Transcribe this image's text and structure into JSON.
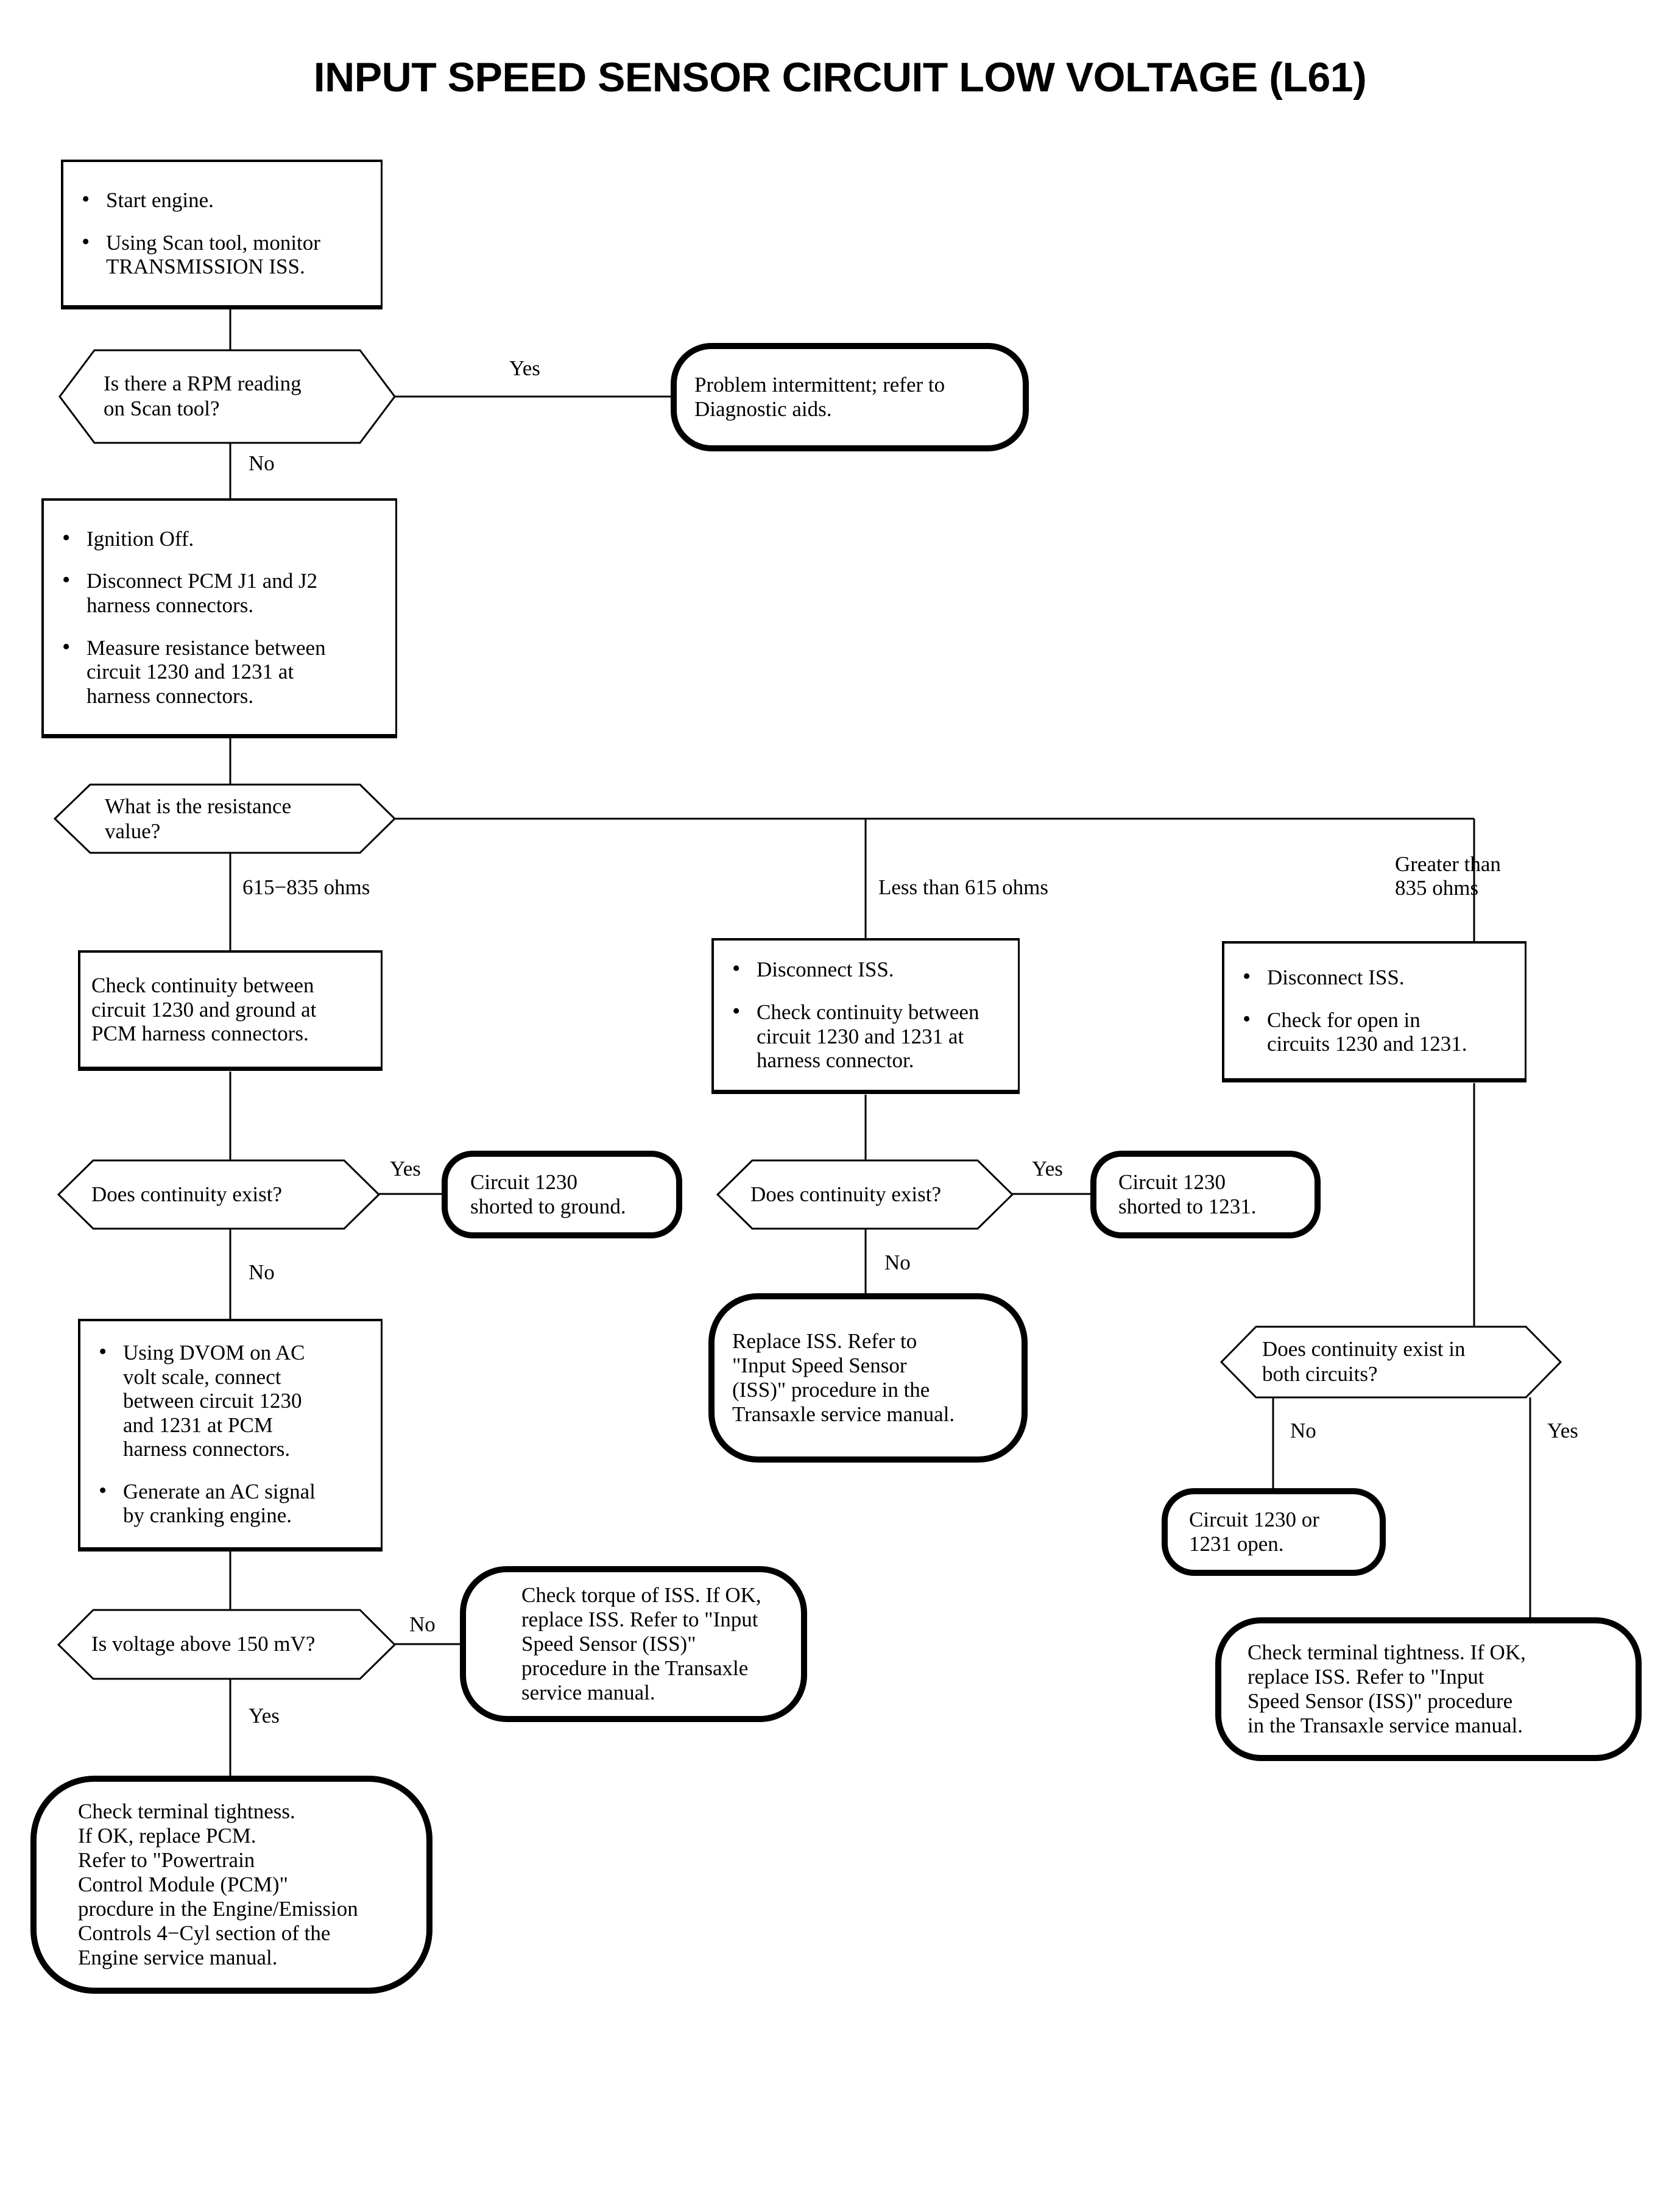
{
  "title": "INPUT SPEED SENSOR CIRCUIT LOW VOLTAGE (L61)",
  "nodes": {
    "start_box": {
      "type": "process",
      "bullets": [
        "Start engine.",
        "Using Scan tool, monitor\nTRANSMISSION ISS."
      ]
    },
    "rpm_decision": {
      "type": "decision",
      "text": "Is there a RPM reading\non Scan tool?"
    },
    "problem_intermittent": {
      "type": "terminator",
      "text": "Problem intermittent; refer to\nDiagnostic aids."
    },
    "ignition_off_box": {
      "type": "process",
      "bullets": [
        "Ignition Off.",
        "Disconnect PCM J1 and J2\nharness connectors.",
        "Measure resistance between\ncircuit 1230 and 1231 at\nharness connectors."
      ]
    },
    "resistance_decision": {
      "type": "decision",
      "text": "What is the resistance\nvalue?"
    },
    "check_continuity_ground_box": {
      "type": "process",
      "text": "Check continuity between\ncircuit 1230 and ground at\nPCM harness connectors."
    },
    "disconnect_iss_mid_box": {
      "type": "process",
      "bullets": [
        "Disconnect ISS.",
        "Check continuity between\ncircuit 1230 and 1231 at\nharness connector."
      ]
    },
    "disconnect_iss_right_box": {
      "type": "process",
      "bullets": [
        "Disconnect ISS.",
        "Check for open in\ncircuits 1230 and 1231."
      ]
    },
    "continuity_decision_left": {
      "type": "decision",
      "text": "Does continuity exist?"
    },
    "shorted_to_ground": {
      "type": "terminator",
      "text": "Circuit 1230\nshorted to ground."
    },
    "continuity_decision_mid": {
      "type": "decision",
      "text": "Does continuity exist?"
    },
    "shorted_to_1231": {
      "type": "terminator",
      "text": "Circuit 1230\nshorted to 1231."
    },
    "replace_iss_terminator": {
      "type": "terminator",
      "text": "Replace ISS. Refer to\n\"Input Speed Sensor\n(ISS)\" procedure in the\nTransaxle service manual."
    },
    "dvom_box": {
      "type": "process",
      "bullets": [
        "Using DVOM on AC\nvolt scale, connect\nbetween circuit 1230\nand 1231 at PCM\nharness connectors.",
        "Generate an AC signal\nby cranking engine."
      ]
    },
    "continuity_both_decision": {
      "type": "decision",
      "text": "Does continuity exist in\nboth circuits?"
    },
    "circuit_open_terminator": {
      "type": "terminator",
      "text": "Circuit 1230 or\n1231 open."
    },
    "voltage_decision": {
      "type": "decision",
      "text": "Is voltage above 150 mV?"
    },
    "check_torque_terminator": {
      "type": "terminator",
      "text": "Check torque of ISS. If OK,\nreplace ISS. Refer to \"Input\nSpeed Sensor (ISS)\"\nprocedure in the Transaxle\nservice manual."
    },
    "check_terminal_right_terminator": {
      "type": "terminator",
      "text": "Check terminal tightness. If OK,\nreplace ISS. Refer to \"Input\nSpeed Sensor (ISS)\" procedure\nin the Transaxle service manual."
    },
    "check_terminal_pcm_terminator": {
      "type": "terminator",
      "text": "Check terminal tightness.\nIf OK, replace PCM.\nRefer to \"Powertrain\nControl Module (PCM)\"\nprocdure in the Engine/Emission\nControls 4−Cyl section of the\nEngine service manual."
    }
  },
  "edge_labels": {
    "rpm_yes": "Yes",
    "rpm_no": "No",
    "res_in_range": "615−835 ohms",
    "res_less": "Less than 615 ohms",
    "res_greater": "Greater than\n835 ohms",
    "cont_left_yes": "Yes",
    "cont_left_no": "No",
    "cont_mid_yes": "Yes",
    "cont_mid_no": "No",
    "both_no": "No",
    "both_yes": "Yes",
    "volt_no": "No",
    "volt_yes": "Yes"
  },
  "colors": {
    "stroke": "#000000",
    "background": "#ffffff"
  }
}
